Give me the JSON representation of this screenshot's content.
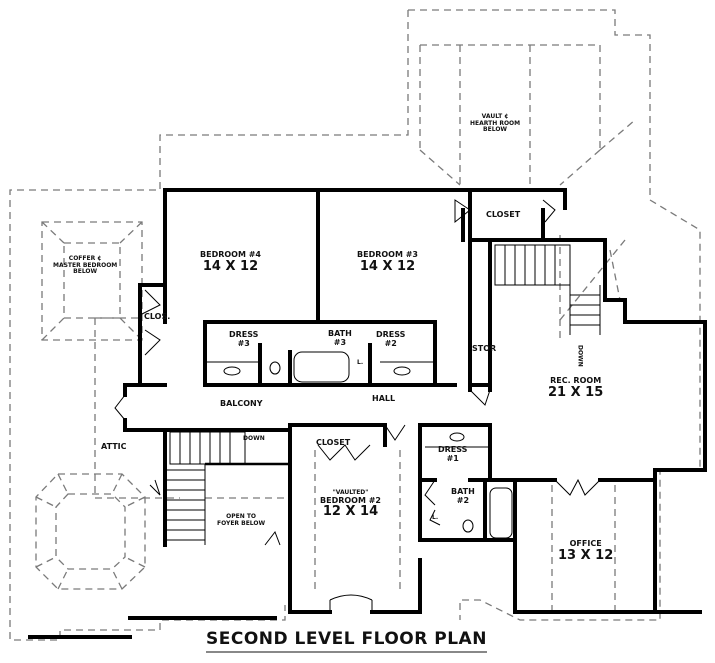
{
  "title": "SECOND LEVEL FLOOR PLAN",
  "colors": {
    "wall": "#000000",
    "dashed": "#7a7a7a",
    "background": "#ffffff",
    "text": "#111111"
  },
  "rooms": {
    "vault": {
      "line1": "VAULT ¢",
      "line2": "HEARTH ROOM",
      "line3": "BELOW"
    },
    "coffer": {
      "line1": "COFFER ¢",
      "line2": "MASTER BEDROOM",
      "line3": "BELOW"
    },
    "bedroom4": {
      "name": "BEDROOM #4",
      "size": "14 X 12"
    },
    "bedroom3": {
      "name": "BEDROOM #3",
      "size": "14 X 12"
    },
    "closet_top": {
      "name": "CLOSET"
    },
    "clos": {
      "name": "CLOS."
    },
    "dress3": {
      "name": "DRESS",
      "num": "#3"
    },
    "bath3": {
      "name": "BATH",
      "num": "#3"
    },
    "linen3": {
      "name": "L."
    },
    "dress2": {
      "name": "DRESS",
      "num": "#2"
    },
    "stor": {
      "name": "STOR"
    },
    "rec_room": {
      "name": "REC. ROOM",
      "size": "21 X 15"
    },
    "stair_down_right": {
      "name": "DOWN"
    },
    "balcony": {
      "name": "BALCONY"
    },
    "hall": {
      "name": "HALL"
    },
    "attic": {
      "name": "ATTIC"
    },
    "stair_down_left": {
      "name": "DOWN"
    },
    "closet_bed2": {
      "name": "CLOSET"
    },
    "bedroom2": {
      "note": "\"VAULTED\"",
      "name": "BEDROOM #2",
      "size": "12 X 14"
    },
    "open_foyer": {
      "line1": "OPEN TO",
      "line2": "FOYER BELOW"
    },
    "dress1": {
      "name": "DRESS",
      "num": "#1"
    },
    "bath2": {
      "name": "BATH",
      "num": "#2"
    },
    "linen2": {
      "name": "L."
    },
    "office": {
      "name": "OFFICE",
      "size": "13 X 12"
    }
  }
}
